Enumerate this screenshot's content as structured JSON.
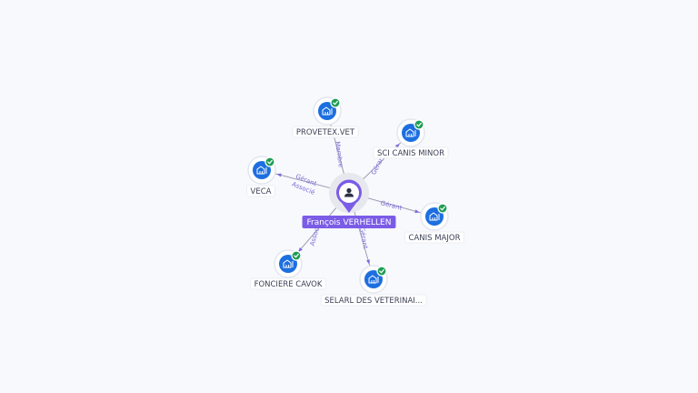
{
  "center": {
    "name": "François VERHELLEN",
    "icon": "person-icon",
    "color": "#7b5ce6"
  },
  "companies": [
    {
      "id": "provetex",
      "name": "PROVETEX.VET",
      "icon": "building-icon",
      "verified": true,
      "relations": [
        "Membre"
      ]
    },
    {
      "id": "sci-canis-minor",
      "name": "SCI CANIS MINOR",
      "icon": "building-icon",
      "verified": true,
      "relations": [
        "Gérant"
      ]
    },
    {
      "id": "veca",
      "name": "VECA",
      "icon": "building-icon",
      "verified": true,
      "relations": [
        "Gérant",
        "Associé"
      ]
    },
    {
      "id": "canis-major",
      "name": "CANIS MAJOR",
      "icon": "building-icon",
      "verified": true,
      "relations": [
        "Gérant"
      ]
    },
    {
      "id": "fonciere-cavok",
      "name": "FONCIERE CAVOK",
      "icon": "building-icon",
      "verified": true,
      "relations": [
        "Associé"
      ]
    },
    {
      "id": "selarl",
      "name": "SELARL DES VETERINAI...",
      "icon": "building-icon",
      "verified": true,
      "relations": [
        "Gérant"
      ]
    }
  ],
  "colors": {
    "company_node": "#1d6fe0",
    "verified_badge": "#1f9d55",
    "relation_text": "#7c6ad8",
    "edge": "#9aa0b4"
  }
}
